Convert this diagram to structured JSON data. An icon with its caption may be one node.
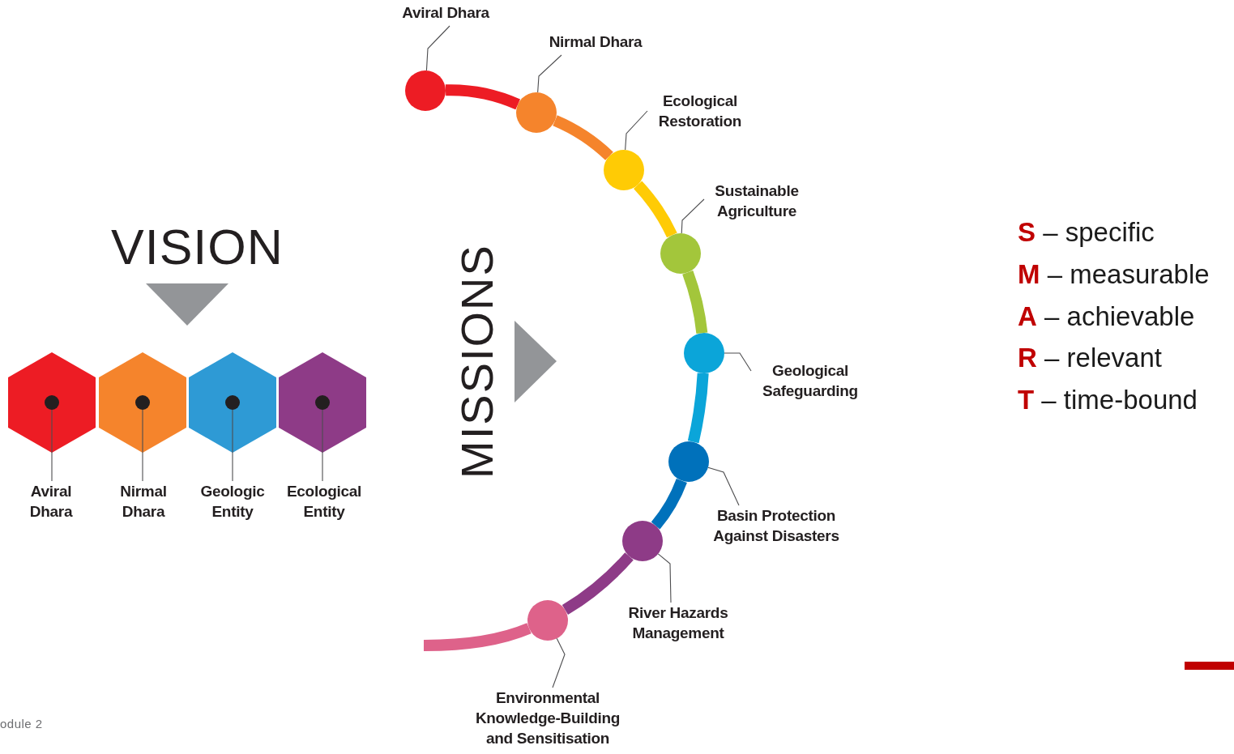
{
  "diagram": {
    "nodes": [
      {
        "text": [],
        "shape": "hexagon"
      },
      {
        "text": [],
        "shape": "hexagon"
      },
      {
        "text": [],
        "shape": "hexagon"
      },
      {
        "text": [],
        "shape": "hexagon"
      },
      {
        "text": [
          "Aviral Dhara"
        ]
      },
      {
        "text": [
          "Nirmal Dhara"
        ]
      },
      {
        "text": [
          "Geologic Entity"
        ]
      },
      {
        "text": [
          "Ecological Entity"
        ]
      },
      {
        "text": [],
        "shape": "circle"
      },
      {
        "text": [],
        "shape": "circle"
      },
      {
        "text": [],
        "shape": "circle"
      },
      {
        "text": [],
        "shape": "circle"
      },
      {
        "text": [],
        "shape": "circle"
      },
      {
        "text": [],
        "shape": "circle"
      },
      {
        "text": [],
        "shape": "circle"
      },
      {
        "text": [],
        "shape": "circle"
      },
      {
        "text": [
          "Aviral Dhara"
        ]
      },
      {
        "text": [
          "Nirmal Dhara"
        ]
      },
      {
        "text": [
          "Ecological Restoration"
        ]
      },
      {
        "text": [
          "Sustainable Agriculture"
        ]
      },
      {
        "text": [
          "Geological Safeguarding"
        ]
      },
      {
        "text": [
          "Basin Protection Against Disasters"
        ]
      },
      {
        "text": [
          "River Hazards Management"
        ]
      },
      {
        "text": [
          "Environmental Knowledge-Building and Sensitisation"
        ]
      }
    ],
    "edges": [
      {
        "from": 4,
        "to": 0,
        "arrow": "none"
      },
      {
        "from": 5,
        "to": 1,
        "arrow": "none"
      },
      {
        "from": 6,
        "to": 2,
        "arrow": "none"
      },
      {
        "from": 7,
        "to": 3,
        "arrow": "none"
      },
      {
        "from": 8,
        "to": 9,
        "arrow": "none",
        "style": "thick",
        "color": "#ed1c24"
      },
      {
        "from": 9,
        "to": 10,
        "arrow": "none",
        "style": "thick",
        "color": "#f5842c"
      },
      {
        "from": 10,
        "to": 11,
        "arrow": "none",
        "style": "thick",
        "color": "#ffcb05"
      },
      {
        "from": 11,
        "to": 12,
        "arrow": "none",
        "style": "thick",
        "color": "#a3c63b"
      },
      {
        "from": 12,
        "to": 13,
        "arrow": "none",
        "style": "thick",
        "color": "#0ba5d9"
      },
      {
        "from": 13,
        "to": 14,
        "arrow": "none",
        "style": "thick",
        "color": "#0071bb"
      },
      {
        "from": 14,
        "to": 15,
        "arrow": "none",
        "style": "thick",
        "color": "#8e3b87"
      },
      {
        "from": 15,
        "to": null,
        "arrow": "none",
        "style": "thick",
        "color": "#de628a"
      },
      {
        "from": 16,
        "to": 8,
        "arrow": "none"
      },
      {
        "from": 17,
        "to": 9,
        "arrow": "none"
      },
      {
        "from": 18,
        "to": 10,
        "arrow": "none"
      },
      {
        "from": 19,
        "to": 11,
        "arrow": "none"
      },
      {
        "from": 20,
        "to": 12,
        "arrow": "none"
      },
      {
        "from": 21,
        "to": 13,
        "arrow": "none"
      },
      {
        "from": 22,
        "to": 14,
        "arrow": "none"
      },
      {
        "from": 23,
        "to": 15,
        "arrow": "none"
      }
    ],
    "labels": [
      "VISION",
      "MISSIONS",
      "**S** – specific",
      "**M** – measurable",
      "**A** – achievable",
      "**R** – relevant",
      "**T** – time-bound",
      "odule 2"
    ]
  }
}
